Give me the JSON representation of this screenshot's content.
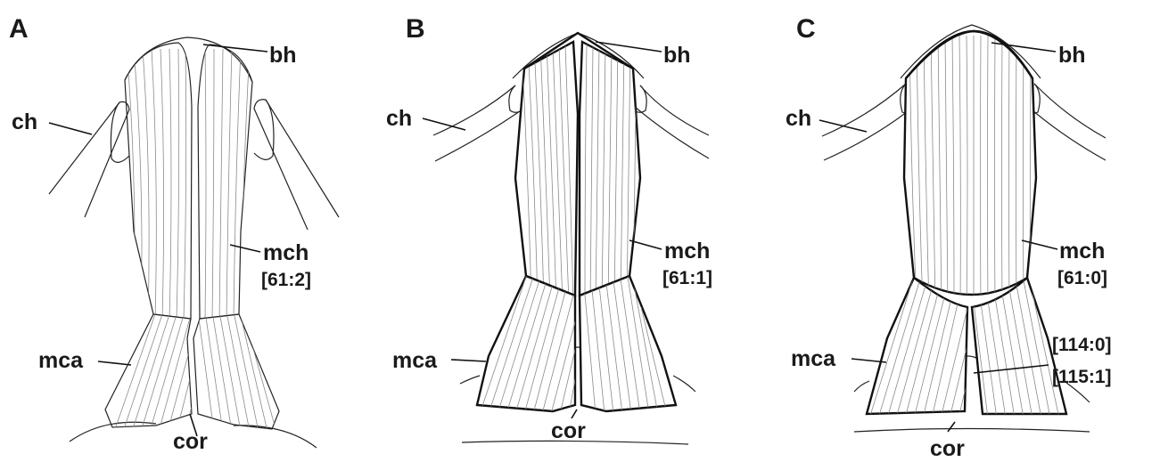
{
  "panels": [
    {
      "letter": "A",
      "labels": {
        "bh": "bh",
        "ch": "ch",
        "mch": "mch",
        "mch_code": "[61:2]",
        "mca": "mca",
        "cor": "cor"
      }
    },
    {
      "letter": "B",
      "labels": {
        "bh": "bh",
        "ch": "ch",
        "mch": "mch",
        "mch_code": "[61:1]",
        "mca": "mca",
        "cor": "cor"
      }
    },
    {
      "letter": "C",
      "labels": {
        "bh": "bh",
        "ch": "ch",
        "mch": "mch",
        "mch_code": "[61:0]",
        "mca": "mca",
        "cor": "cor",
        "extra_code_1": "[114:0]",
        "extra_code_2": "[115:1]"
      }
    }
  ]
}
